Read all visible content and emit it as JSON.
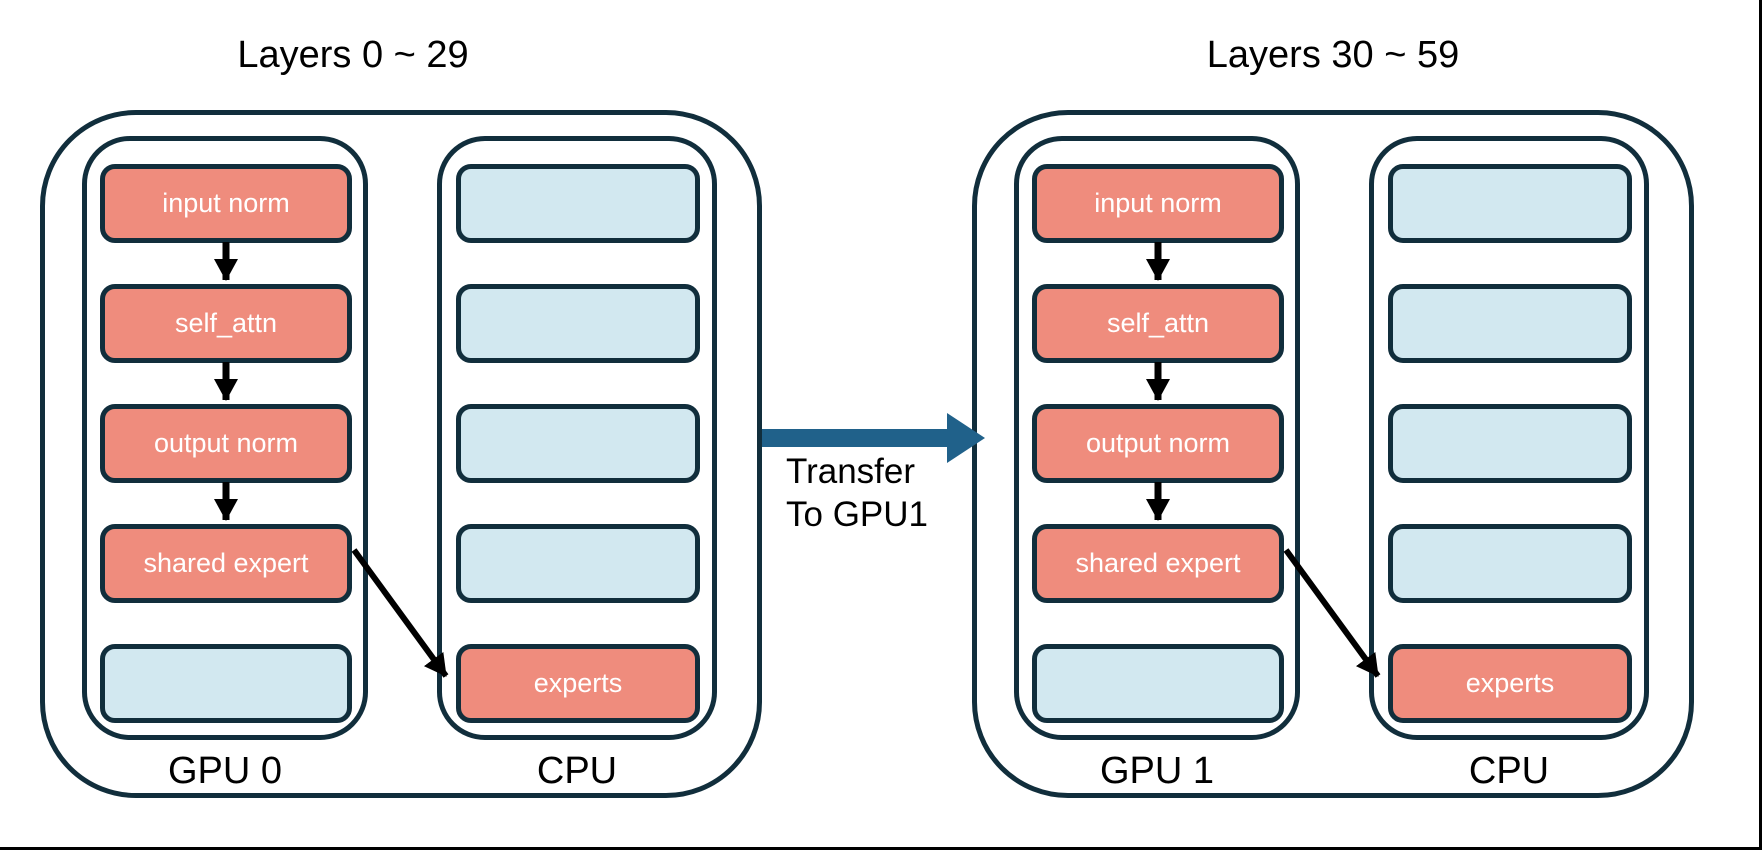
{
  "colors": {
    "outline": "#112E3C",
    "salmon": "#EF8C7D",
    "light_blue": "#D2E8F0",
    "arrow_blue": "#20618A",
    "flow_arrow_black": "#000000",
    "text_dark": "#000000",
    "text_light": "#FFFFFF"
  },
  "transfer": {
    "line1": "Transfer",
    "line2": "To GPU1"
  },
  "groups": [
    {
      "title": "Layers 0 ~ 29",
      "gpu": {
        "label": "GPU 0",
        "boxes": [
          {
            "label": "input norm",
            "state": "resident"
          },
          {
            "label": "self_attn",
            "state": "resident"
          },
          {
            "label": "output norm",
            "state": "resident"
          },
          {
            "label": "shared expert",
            "state": "resident"
          },
          {
            "label": "",
            "state": "empty"
          }
        ]
      },
      "cpu": {
        "label": "CPU",
        "boxes": [
          {
            "label": "",
            "state": "empty"
          },
          {
            "label": "",
            "state": "empty"
          },
          {
            "label": "",
            "state": "empty"
          },
          {
            "label": "",
            "state": "empty"
          },
          {
            "label": "experts",
            "state": "resident"
          }
        ]
      }
    },
    {
      "title": "Layers 30 ~ 59",
      "gpu": {
        "label": "GPU 1",
        "boxes": [
          {
            "label": "input norm",
            "state": "resident"
          },
          {
            "label": "self_attn",
            "state": "resident"
          },
          {
            "label": "output norm",
            "state": "resident"
          },
          {
            "label": "shared expert",
            "state": "resident"
          },
          {
            "label": "",
            "state": "empty"
          }
        ]
      },
      "cpu": {
        "label": "CPU",
        "boxes": [
          {
            "label": "",
            "state": "empty"
          },
          {
            "label": "",
            "state": "empty"
          },
          {
            "label": "",
            "state": "empty"
          },
          {
            "label": "",
            "state": "empty"
          },
          {
            "label": "experts",
            "state": "resident"
          }
        ]
      }
    }
  ]
}
